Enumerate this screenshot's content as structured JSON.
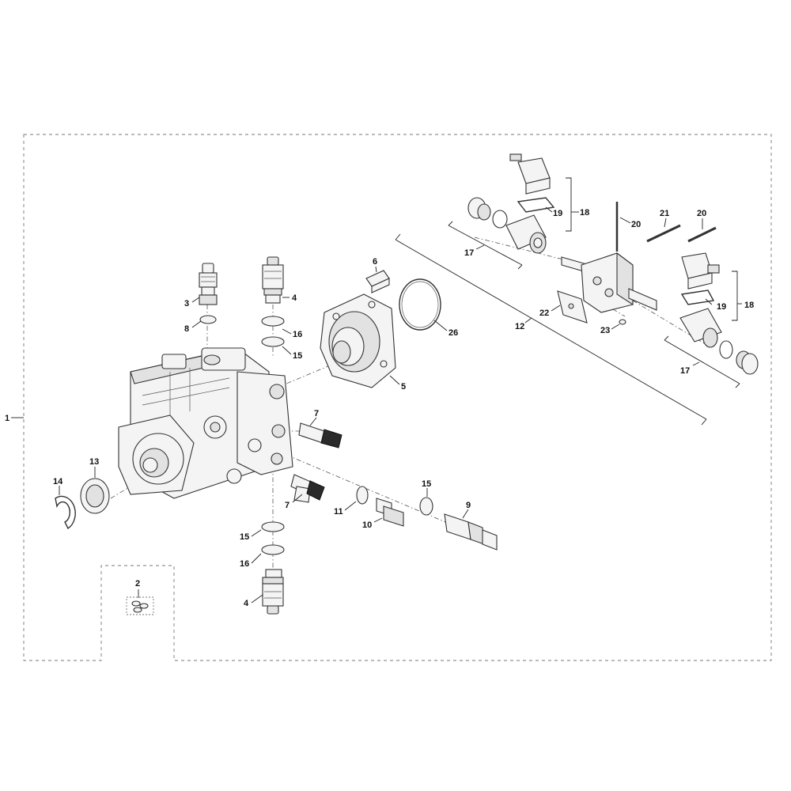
{
  "labels": {
    "l1": "1",
    "l2": "2",
    "l3": "3",
    "l4a": "4",
    "l4b": "4",
    "l5": "5",
    "l6": "6",
    "l7a": "7",
    "l7b": "7",
    "l8": "8",
    "l9": "9",
    "l10": "10",
    "l11": "11",
    "l12": "12",
    "l13": "13",
    "l14": "14",
    "l15a": "15",
    "l15b": "15",
    "l15c": "15",
    "l16a": "16",
    "l16b": "16",
    "l17a": "17",
    "l17b": "17",
    "l18a": "18",
    "l18b": "18",
    "l19a": "19",
    "l19b": "19",
    "l20a": "20",
    "l20b": "20",
    "l21": "21",
    "l22": "22",
    "l23": "23",
    "l26": "26"
  },
  "colors": {
    "line": "#222222",
    "fill_light": "#f4f4f4",
    "fill_mid": "#e2e2e2",
    "fill_dark": "#2a2a2a"
  }
}
